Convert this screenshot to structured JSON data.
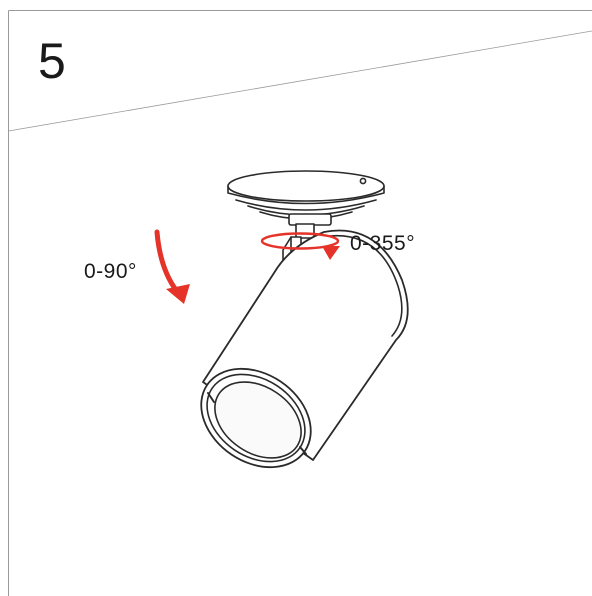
{
  "step": {
    "number": "5"
  },
  "labels": {
    "tilt_range": "0-90°",
    "rotation_range": "0-355°"
  },
  "colors": {
    "arrow": "#e53329",
    "line": "#2a2a2a",
    "frame": "#9a9a9a",
    "background": "#ffffff"
  },
  "icons": {
    "tilt": "curved-down-arrow-icon",
    "rotate": "circular-rotate-arrow-icon"
  }
}
